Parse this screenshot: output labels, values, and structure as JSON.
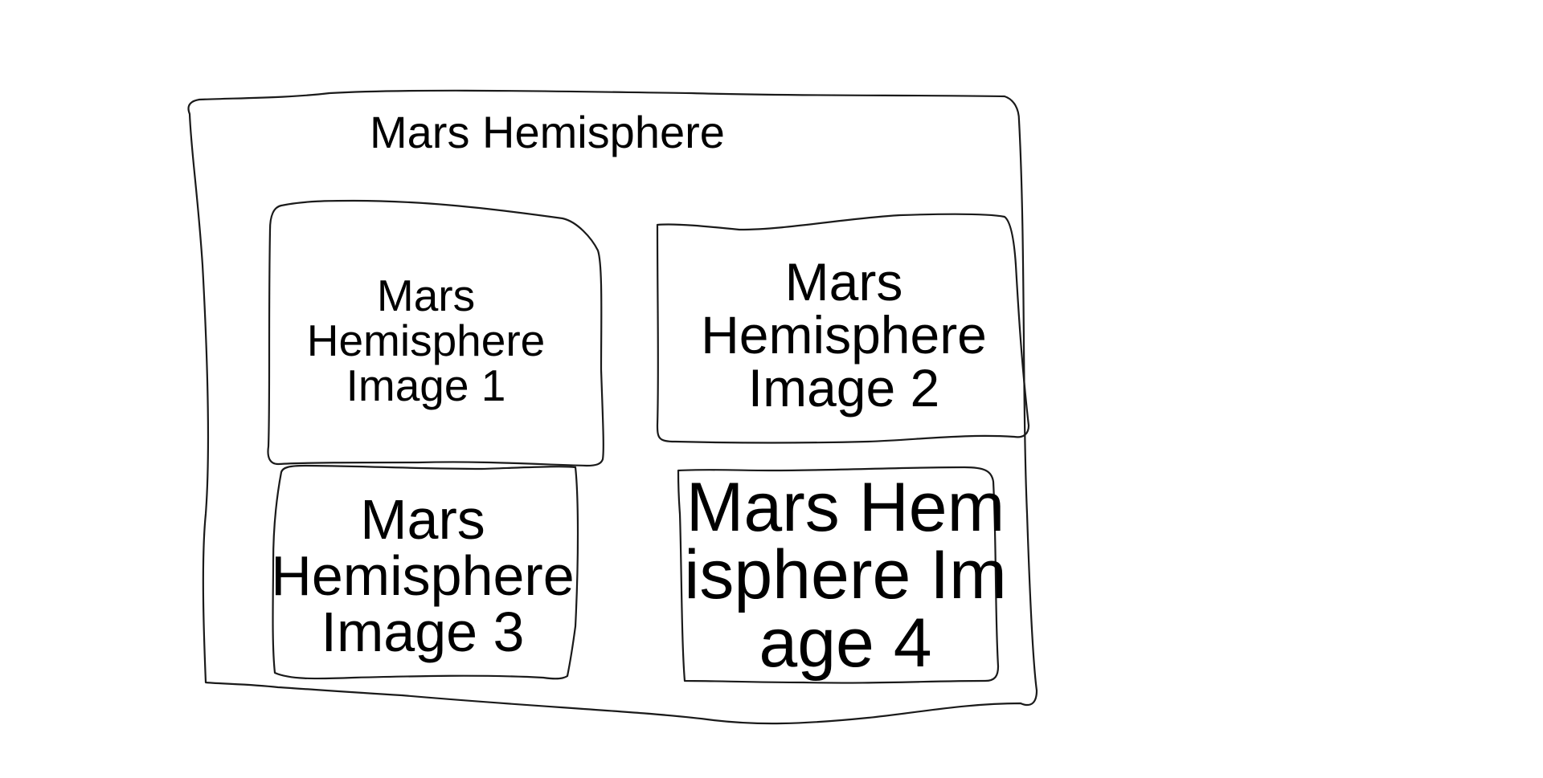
{
  "page": {
    "title": "Mars Hemisphere"
  },
  "images": [
    {
      "label": "Mars Hemisphere Image 1"
    },
    {
      "label": "Mars Hemisphere Image 2"
    },
    {
      "label": "Mars Hemisphere Image 3"
    },
    {
      "label": "Mars Hemisphere Image 4"
    }
  ],
  "colors": {
    "background": "#ffffff",
    "ink": "#1a1a1a"
  }
}
